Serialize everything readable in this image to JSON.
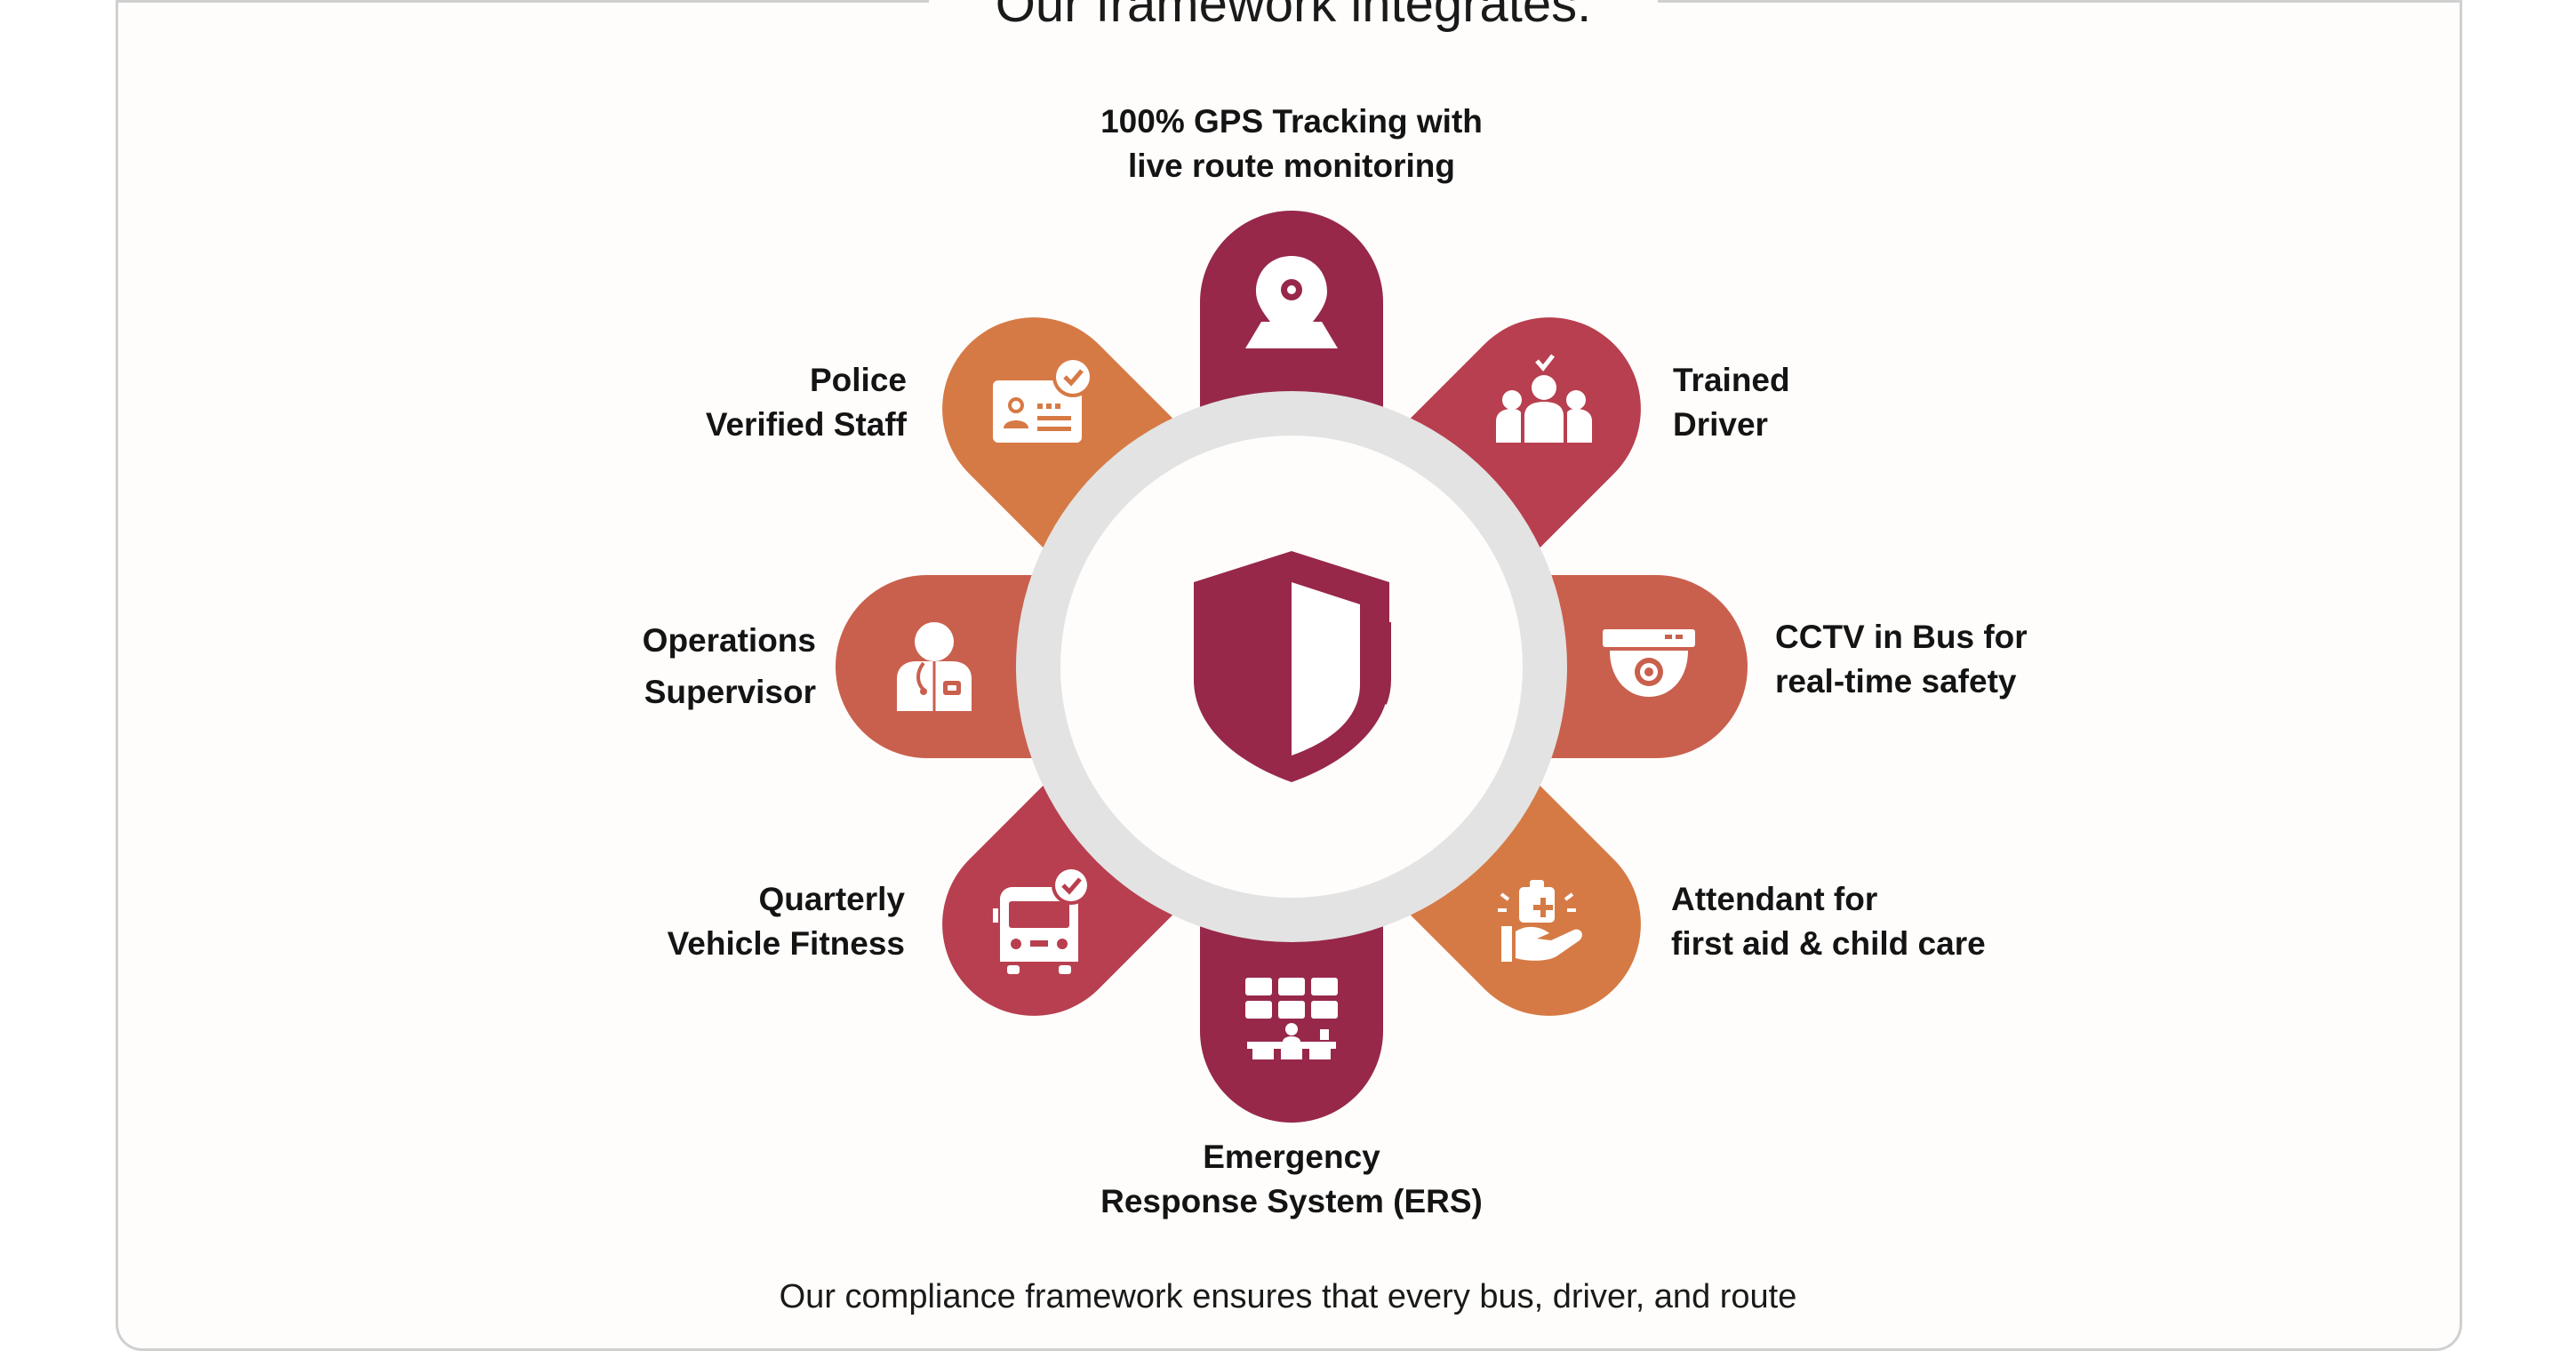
{
  "title": "Our framework integrates:",
  "items": [
    {
      "line1": "100% GPS Tracking with",
      "line2": "live route monitoring",
      "icon": "map-pin-icon",
      "color": "#97284a"
    },
    {
      "line1": "Trained",
      "line2": "Driver",
      "icon": "group-check-icon",
      "color": "#b83f4f"
    },
    {
      "line1": "CCTV in Bus for",
      "line2": "real-time safety",
      "icon": "cctv-camera-icon",
      "color": "#c9604d"
    },
    {
      "line1": "Attendant for",
      "line2": "first aid & child care",
      "icon": "first-aid-hand-icon",
      "color": "#d67a45"
    },
    {
      "line1": "Emergency",
      "line2": "Response System (ERS)",
      "icon": "control-room-icon",
      "color": "#97284a"
    },
    {
      "line1": "Quarterly",
      "line2": "Vehicle Fitness",
      "icon": "bus-check-icon",
      "color": "#b83f4f"
    },
    {
      "line1": "Operations",
      "line2": "Supervisor",
      "icon": "supervisor-icon",
      "color": "#c9604d"
    },
    {
      "line1": "Police",
      "line2": "Verified Staff",
      "icon": "id-card-check-icon",
      "color": "#d67a45"
    }
  ],
  "center_icon": "shield-icon",
  "footer": "Our compliance framework ensures that every bus, driver, and route"
}
